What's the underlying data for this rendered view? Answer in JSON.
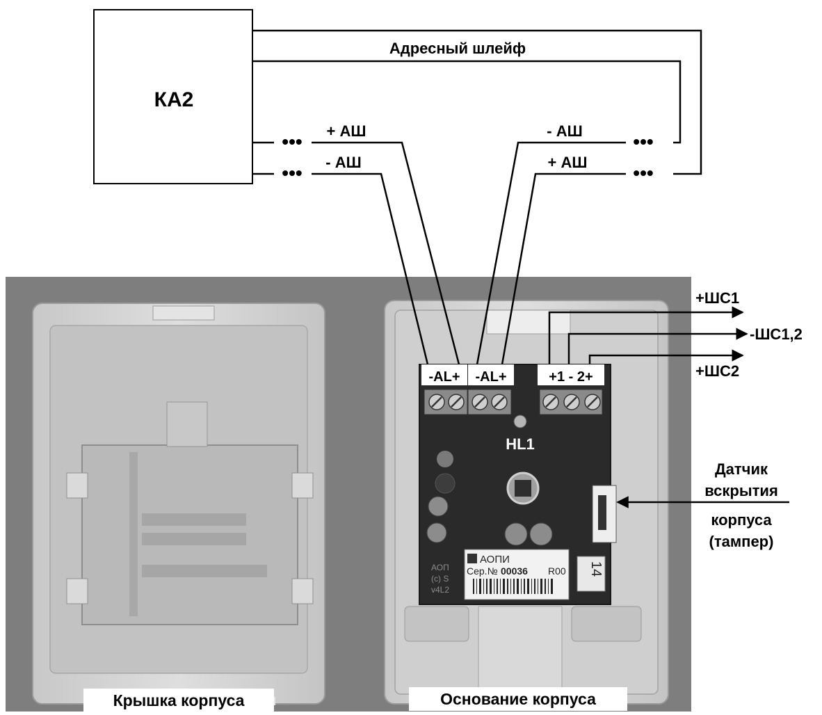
{
  "controller": {
    "label": "КА2"
  },
  "loop": {
    "title": "Адресный шлейф",
    "left_plus": "+ АШ",
    "left_minus": "- АШ",
    "right_minus": "- АШ",
    "right_plus": "+ АШ",
    "continuation": "•••"
  },
  "terminals": {
    "block_a": "-AL+",
    "block_b": "-AL+",
    "block_c": "+1 - 2+"
  },
  "outputs": {
    "shs1": "+ШС1",
    "shs12": "-ШС1,2",
    "shs2": "+ШС2"
  },
  "board": {
    "led": "HL1",
    "brand": "АОПИ",
    "serial_prefix": "Сер.№",
    "serial": "00036",
    "revision": "R00",
    "number": "14",
    "silk_1": "АОП",
    "silk_2": "(c) S",
    "silk_3": "v4L2"
  },
  "tamper": {
    "line1": "Датчик",
    "line2": "вскрытия",
    "line3": "корпуса",
    "line4": "(тампер)"
  },
  "captions": {
    "cover": "Крышка корпуса",
    "base": "Основание корпуса"
  },
  "colors": {
    "photo_bg": "#7e7e7e",
    "case": "#d6d6d6",
    "board": "#2a2a2a",
    "ink": "#000000"
  }
}
